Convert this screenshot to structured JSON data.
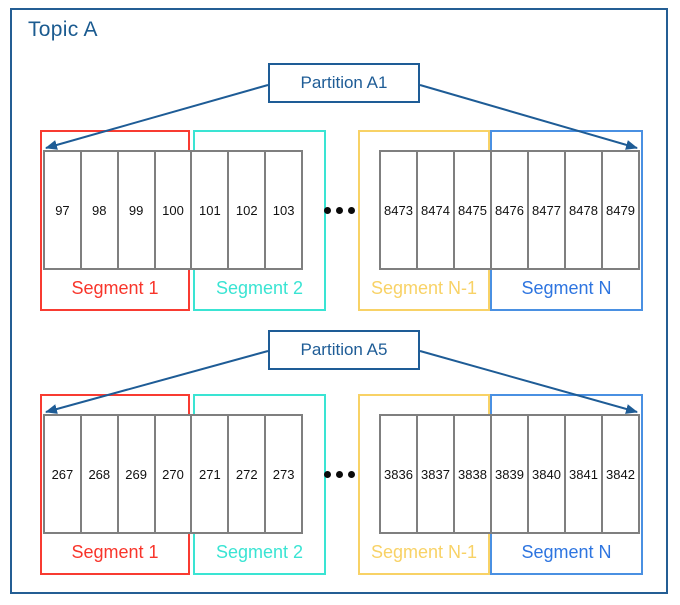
{
  "title": "Topic A",
  "colors": {
    "dark_blue": "#1e5c96",
    "red": "#f83b31",
    "cyan": "#3ae4d3",
    "yellow": "#f8d266",
    "blue": "#4a90e2",
    "cell_gray": "#7f7f7f"
  },
  "icons": {
    "ellipsis": "ellipsis-dots"
  },
  "partitions": [
    {
      "label": "Partition A1",
      "segments": [
        {
          "name": "Segment 1",
          "cells": [
            "97",
            "98",
            "99",
            "100"
          ]
        },
        {
          "name": "Segment 2",
          "cells": [
            "101",
            "102",
            "103"
          ]
        },
        {
          "name": "Segment N-1",
          "cells": [
            "8473",
            "8474",
            "8475"
          ]
        },
        {
          "name": "Segment N",
          "cells": [
            "8476",
            "8477",
            "8478",
            "8479"
          ]
        }
      ]
    },
    {
      "label": "Partition A5",
      "segments": [
        {
          "name": "Segment 1",
          "cells": [
            "267",
            "268",
            "269",
            "270"
          ]
        },
        {
          "name": "Segment 2",
          "cells": [
            "271",
            "272",
            "273"
          ]
        },
        {
          "name": "Segment N-1",
          "cells": [
            "3836",
            "3837",
            "3838"
          ]
        },
        {
          "name": "Segment N",
          "cells": [
            "3839",
            "3840",
            "3841",
            "3842"
          ]
        }
      ]
    }
  ]
}
